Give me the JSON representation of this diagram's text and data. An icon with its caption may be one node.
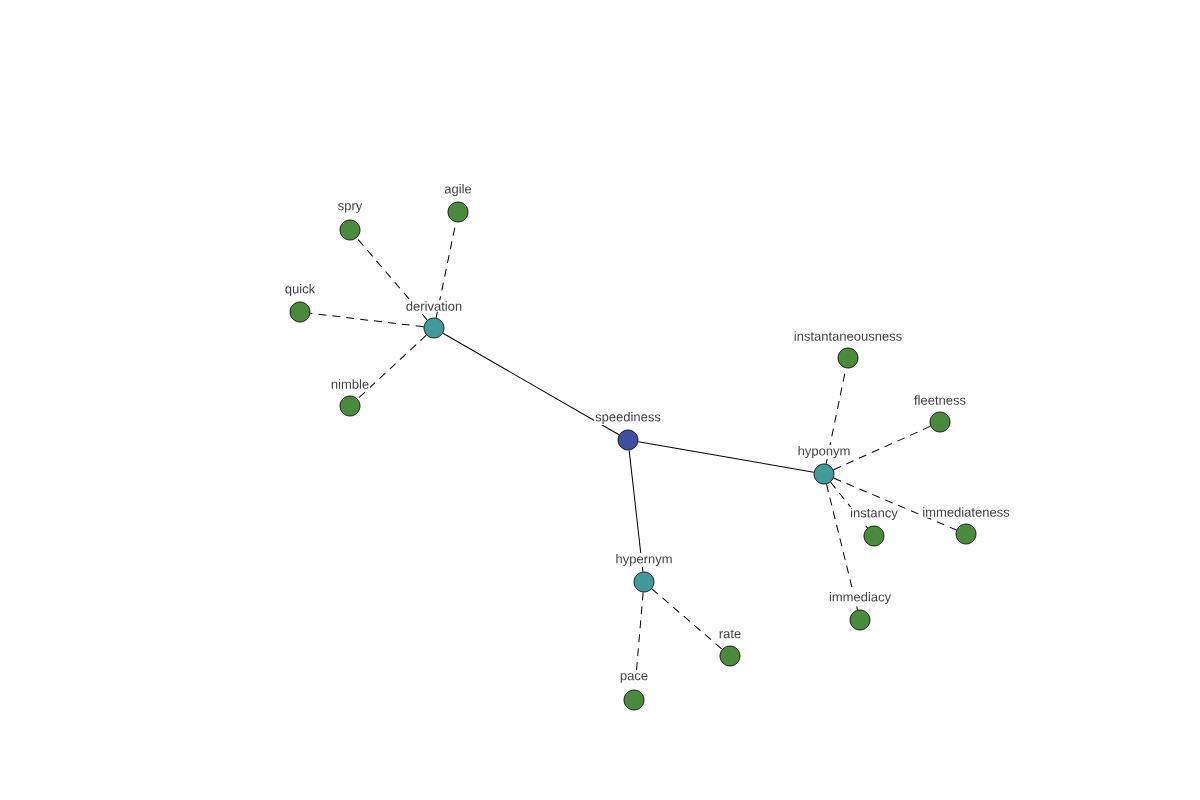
{
  "diagram": {
    "nodes": [
      {
        "text": [
          "speediness"
        ]
      },
      {
        "text": [
          "derivation"
        ]
      },
      {
        "text": [
          "hyponym"
        ]
      },
      {
        "text": [
          "hypernym"
        ]
      },
      {
        "text": [
          "spry"
        ]
      },
      {
        "text": [
          "agile"
        ]
      },
      {
        "text": [
          "quick"
        ]
      },
      {
        "text": [
          "nimble"
        ]
      },
      {
        "text": [
          "instantaneousness"
        ]
      },
      {
        "text": [
          "fleetness"
        ]
      },
      {
        "text": [
          "instancy"
        ]
      },
      {
        "text": [
          "immediateness"
        ]
      },
      {
        "text": [
          "immediacy"
        ]
      },
      {
        "text": [
          "rate"
        ]
      },
      {
        "text": [
          "pace"
        ]
      }
    ],
    "edges": [
      {
        "from": 0,
        "to": 1,
        "arrow": "none"
      },
      {
        "from": 0,
        "to": 2,
        "arrow": "none"
      },
      {
        "from": 0,
        "to": 3,
        "arrow": "none"
      },
      {
        "from": 1,
        "to": 4,
        "arrow": "none",
        "style": "dashed"
      },
      {
        "from": 1,
        "to": 5,
        "arrow": "none",
        "style": "dashed"
      },
      {
        "from": 1,
        "to": 6,
        "arrow": "none",
        "style": "dashed"
      },
      {
        "from": 1,
        "to": 7,
        "arrow": "none",
        "style": "dashed"
      },
      {
        "from": 2,
        "to": 8,
        "arrow": "none",
        "style": "dashed"
      },
      {
        "from": 2,
        "to": 9,
        "arrow": "none",
        "style": "dashed"
      },
      {
        "from": 2,
        "to": 10,
        "arrow": "none",
        "style": "dashed"
      },
      {
        "from": 2,
        "to": 11,
        "arrow": "none",
        "style": "dashed"
      },
      {
        "from": 2,
        "to": 12,
        "arrow": "none",
        "style": "dashed"
      },
      {
        "from": 3,
        "to": 13,
        "arrow": "none",
        "style": "dashed"
      },
      {
        "from": 3,
        "to": 14,
        "arrow": "none",
        "style": "dashed"
      }
    ]
  }
}
